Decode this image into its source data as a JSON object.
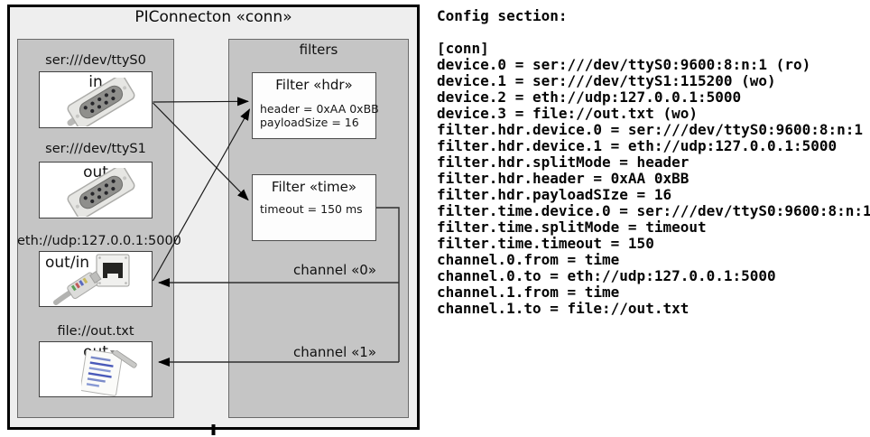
{
  "diagram": {
    "title": "PIConnecton «conn»",
    "devices_panel": {
      "devices": [
        {
          "address": "ser:///dev/ttyS0",
          "port": "in",
          "icon": "serial-connector-icon"
        },
        {
          "address": "ser:///dev/ttyS1",
          "port": "out",
          "icon": "serial-connector-icon"
        },
        {
          "address": "eth://udp:127.0.0.1:5000",
          "port": "out/in",
          "icon": "ethernet-connector-icon"
        },
        {
          "address": "file://out.txt",
          "port": "out",
          "icon": "notepad-icon"
        }
      ]
    },
    "filters_panel": {
      "title": "filters",
      "filters": [
        {
          "title": "Filter «hdr»",
          "properties": [
            "header = 0xAA 0xBB",
            "payloadSize = 16"
          ]
        },
        {
          "title": "Filter «time»",
          "properties": [
            "timeout = 150 ms"
          ]
        }
      ],
      "channels": [
        {
          "label": "channel «0»"
        },
        {
          "label": "channel «1»"
        }
      ]
    },
    "colors": {
      "outer_fill": "#eeeeee",
      "panel_fill": "#c5c5c5",
      "box_fill": "#ffffff",
      "border": "#000000",
      "wire": "#1a1a1a"
    }
  },
  "config": {
    "title": "Config section:",
    "lines": [
      "[conn]",
      "device.0 = ser:///dev/ttyS0:9600:8:n:1 (ro)",
      "device.1 = ser:///dev/ttyS1:115200 (wo)",
      "device.2 = eth://udp:127.0.0.1:5000",
      "device.3 = file://out.txt (wo)",
      "filter.hdr.device.0 = ser:///dev/ttyS0:9600:8:n:1",
      "filter.hdr.device.1 = eth://udp:127.0.0.1:5000",
      "filter.hdr.splitMode = header",
      "filter.hdr.header = 0xAA 0xBB",
      "filter.hdr.payloadSIze = 16",
      "filter.time.device.0 = ser:///dev/ttyS0:9600:8:n:1",
      "filter.time.splitMode = timeout",
      "filter.time.timeout = 150",
      "channel.0.from = time",
      "channel.0.to = eth://udp:127.0.0.1:5000",
      "channel.1.from = time",
      "channel.1.to = file://out.txt"
    ]
  }
}
